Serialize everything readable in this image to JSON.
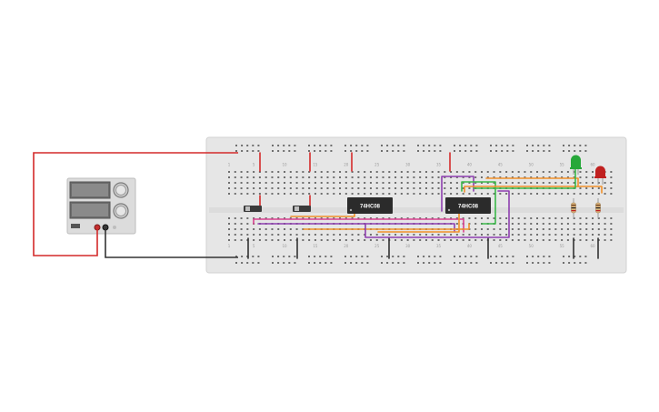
{
  "breadboard": {
    "column_numbers": [
      "1",
      "5",
      "10",
      "15",
      "20",
      "25",
      "30",
      "35",
      "40",
      "45",
      "50",
      "55",
      "60"
    ]
  },
  "chips": [
    {
      "label": "74HC08"
    },
    {
      "label": "74HC08"
    }
  ],
  "leds": [
    {
      "color": "#27a83a"
    },
    {
      "color": "#c0201f"
    }
  ],
  "wire_colors": {
    "power": "#d42a2a",
    "ground": "#333333",
    "signal_orange": "#f0902a",
    "signal_purple": "#8e3fb0",
    "signal_green": "#3bb84a",
    "signal_pink": "#d9408f"
  }
}
